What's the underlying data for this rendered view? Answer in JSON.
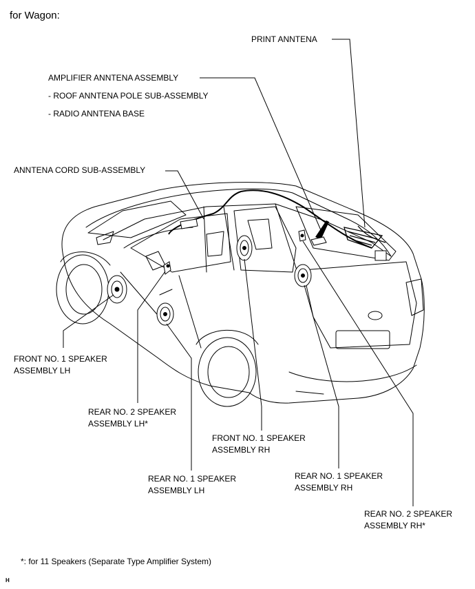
{
  "heading": "for Wagon:",
  "labels": {
    "print_antenna": "PRINT ANNTENA",
    "amplifier_antenna": "AMPLIFIER ANNTENA ASSEMBLY",
    "roof_pole": "- ROOF ANNTENA POLE SUB-ASSEMBLY",
    "radio_base": "- RADIO ANNTENA BASE",
    "antenna_cord": "ANNTENA CORD SUB-ASSEMBLY",
    "front_speaker_lh": "FRONT NO. 1 SPEAKER\nASSEMBLY LH",
    "rear2_speaker_lh": "REAR NO. 2 SPEAKER\nASSEMBLY LH*",
    "front_speaker_rh": "FRONT NO. 1 SPEAKER\nASSEMBLY RH",
    "rear1_speaker_lh": "REAR NO. 1 SPEAKER\nASSEMBLY LH",
    "rear1_speaker_rh": "REAR NO. 1 SPEAKER\nASSEMBLY RH",
    "rear2_speaker_rh": "REAR NO. 2 SPEAKER\nASSEMBLY RH*"
  },
  "footnote": "*: for 11 Speakers (Separate Type Amplifier System)",
  "figure_code": "H"
}
